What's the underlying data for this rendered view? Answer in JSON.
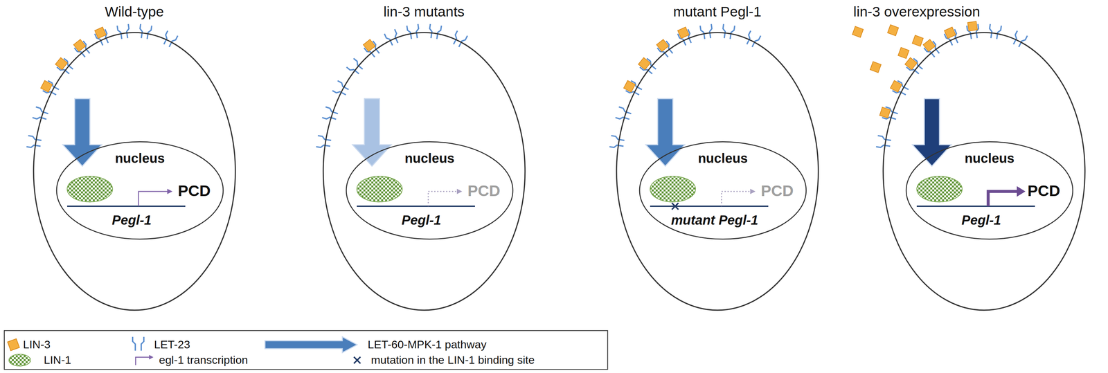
{
  "diagram": {
    "nodes": [
      {
        "text": [
          "Wild-type"
        ]
      },
      {
        "text": [
          "nucleus",
          "PCD",
          "Pegl-1"
        ],
        "in": 0
      },
      {
        "text": [
          "lin-3 mutants"
        ]
      },
      {
        "text": [
          "nucleus",
          "PCD",
          "Pegl-1"
        ],
        "in": 2
      },
      {
        "text": [
          "mutant Pegl-1"
        ]
      },
      {
        "text": [
          "nucleus",
          "PCD",
          "mutant Pegl-1"
        ],
        "in": 4
      },
      {
        "text": [
          "lin-3 overexpression"
        ]
      },
      {
        "text": [
          "nucleus",
          "PCD",
          "Pegl-1"
        ],
        "in": 6
      }
    ],
    "legend": [
      {
        "text": "LIN-3",
        "color": "#f5b041"
      },
      {
        "text": "LET-23"
      },
      {
        "text": "LET-60-MPK-1 pathway"
      },
      {
        "text": "LIN-1"
      },
      {
        "text": "egl-1 transcription"
      },
      {
        "text": "mutation in the LIN-1 binding site"
      }
    ]
  }
}
